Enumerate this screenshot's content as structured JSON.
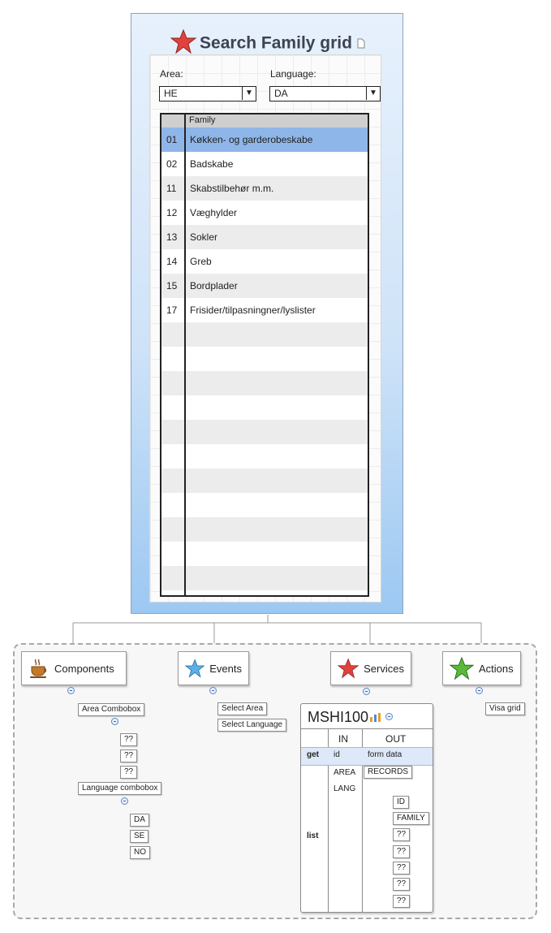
{
  "mockup": {
    "title": "Search Family grid",
    "area_label": "Area:",
    "area_value": "HE",
    "language_label": "Language:",
    "language_value": "DA",
    "grid_header": "Family",
    "rows": [
      {
        "num": "01",
        "family": "Køkken- og garderobeskabe"
      },
      {
        "num": "02",
        "family": "Badskabe"
      },
      {
        "num": "11",
        "family": "Skabstilbehør m.m."
      },
      {
        "num": "12",
        "family": "Væghylder"
      },
      {
        "num": "13",
        "family": "Sokler"
      },
      {
        "num": "14",
        "family": "Greb"
      },
      {
        "num": "15",
        "family": "Bordplader"
      },
      {
        "num": "17",
        "family": "Frisider/tilpasningner/lyslister"
      }
    ]
  },
  "categories": {
    "components": "Components",
    "events": "Events",
    "services": "Services",
    "actions": "Actions"
  },
  "components": {
    "area_combobox": "Area Combobox",
    "area_children": [
      "??",
      "??",
      "??"
    ],
    "language_combobox": "Language combobox",
    "language_children": [
      "DA",
      "SE",
      "NO"
    ]
  },
  "events": [
    "Select Area",
    "Select Language"
  ],
  "service": {
    "name": "MSHI100",
    "col_in": "IN",
    "col_out": "OUT",
    "method_get": "get",
    "method_list": "list",
    "in_fields": [
      "id",
      "AREA",
      "LANG"
    ],
    "out_form": "form data",
    "out_records": "RECORDS",
    "record_fields": [
      "ID",
      "FAMILY",
      "??",
      "??",
      "??",
      "??",
      "??"
    ]
  },
  "actions": [
    "Visa grid"
  ],
  "colors": {
    "event_arrow": "#e01a1a",
    "action_arrow": "#1a8a1a",
    "selection": "#8fb6e8"
  }
}
